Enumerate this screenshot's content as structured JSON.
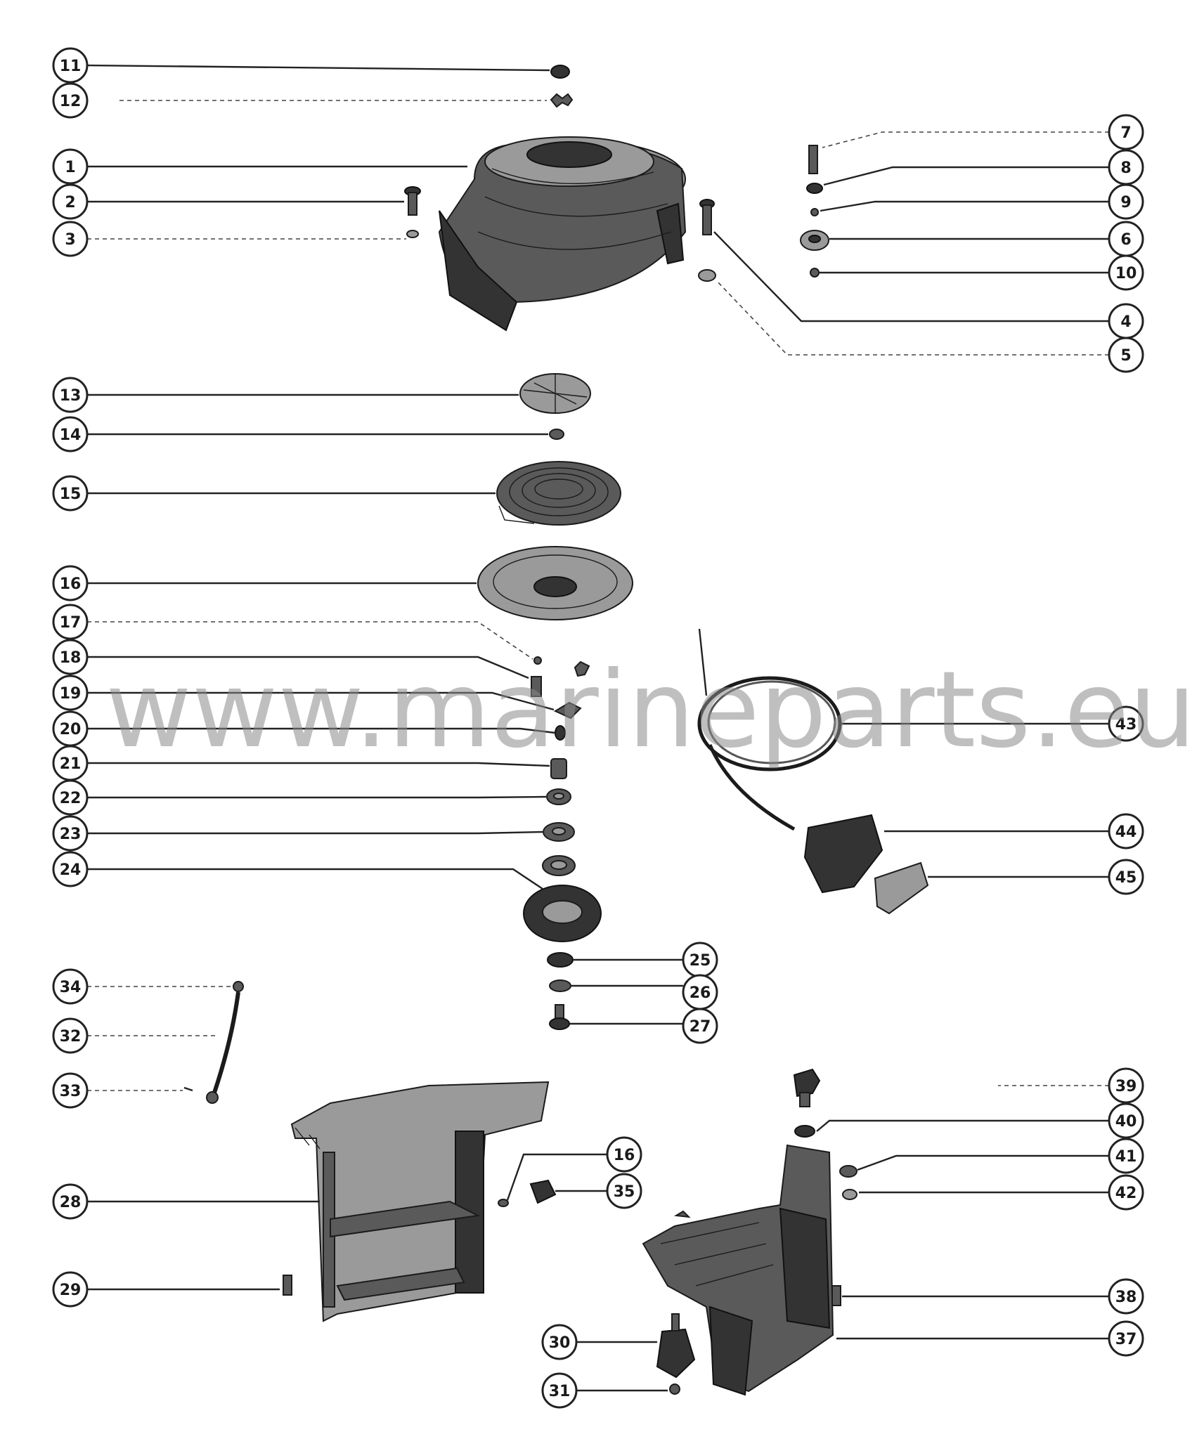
{
  "watermark": "www.marineparts.eu",
  "callouts": [
    "11",
    "12",
    "1",
    "2",
    "3",
    "7",
    "8",
    "9",
    "6",
    "10",
    "4",
    "5",
    "13",
    "14",
    "15",
    "16",
    "17",
    "18",
    "19",
    "20",
    "21",
    "22",
    "23",
    "24",
    "25",
    "26",
    "27",
    "43",
    "44",
    "45",
    "34",
    "32",
    "33",
    "28",
    "16",
    "35",
    "29",
    "39",
    "40",
    "41",
    "42",
    "38",
    "37",
    "30",
    "31"
  ],
  "colors": {
    "ink": "#1b1b1b",
    "paper": "#ffffff",
    "watermark": "#8a8a8a"
  }
}
